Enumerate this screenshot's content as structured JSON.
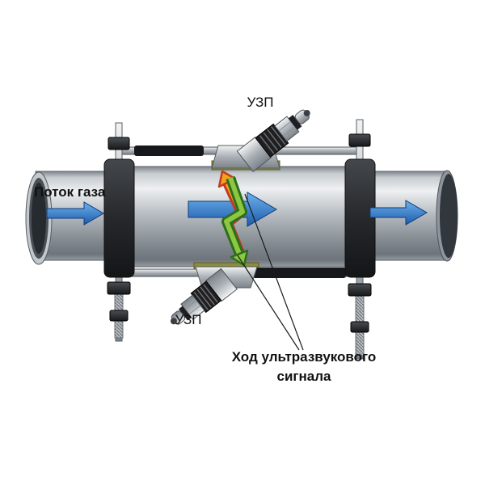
{
  "diagram": {
    "labels": {
      "flow": "Поток газа",
      "uzp_top": "УЗП",
      "uzp_bottom": "УЗП",
      "caption_line1": "Ход ультразвукового",
      "caption_line2": "сигнала"
    },
    "colors": {
      "flow_arrow_top": "#6db1ec",
      "flow_arrow_bottom": "#1d5bab",
      "signal_up": "#f6a01a",
      "signal_up_outline": "#c23b22",
      "signal_down": "#8dc63f",
      "signal_down_outline": "#2c6e1f",
      "gasket": "#8b8d3c",
      "clamp_dark": "#1b1d1f"
    }
  }
}
